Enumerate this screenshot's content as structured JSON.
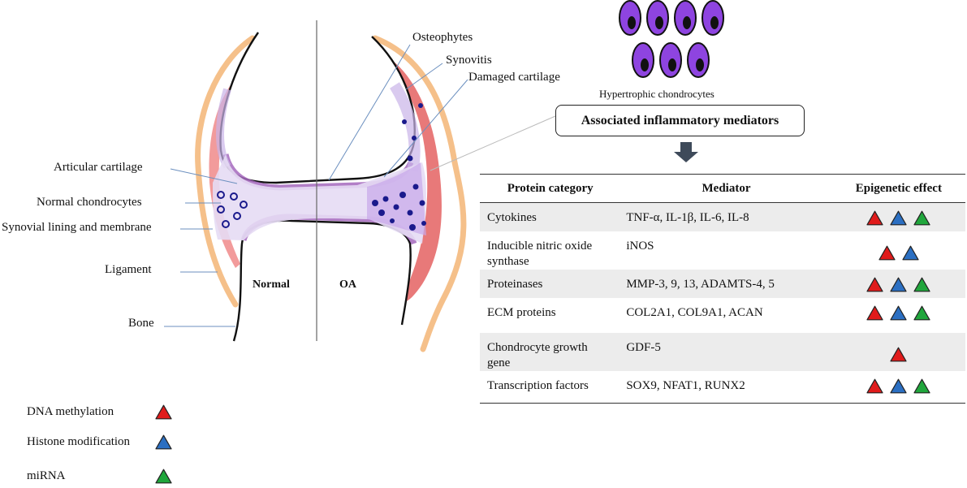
{
  "colors": {
    "dna_methylation": "#e01b1b",
    "histone_modification": "#2b6fc2",
    "mirna": "#20a63c",
    "cartilage": "#9b59c6",
    "synovium": "#f08a8a",
    "bone_outline": "#f5c08a",
    "chondrocyte": "#1a1a8c",
    "hypertrophic_cell": "#8e44e0"
  },
  "diagram": {
    "labels": {
      "osteophytes": "Osteophytes",
      "synovitis": "Synovitis",
      "damaged_cartilage": "Damaged cartilage",
      "articular_cartilage": "Articular cartilage",
      "normal_chondrocytes": "Normal chondrocytes",
      "synovial_lining": "Synovial lining and membrane",
      "ligament": "Ligament",
      "bone": "Bone",
      "normal": "Normal",
      "oa": "OA"
    },
    "hypertrophic_label": "Hypertrophic chondrocytes",
    "mediators_box": "Associated inflammatory mediators"
  },
  "table": {
    "headers": [
      "Protein category",
      "Mediator",
      "Epigenetic effect"
    ],
    "rows": [
      {
        "category": "Cytokines",
        "mediator": "TNF-α, IL-1β, IL-6, IL-8",
        "effects": [
          "dna_methylation",
          "histone_modification",
          "mirna"
        ]
      },
      {
        "category": "Inducible nitric oxide synthase",
        "mediator": "iNOS",
        "effects": [
          "dna_methylation",
          "histone_modification"
        ]
      },
      {
        "category": "Proteinases",
        "mediator": "MMP-3, 9, 13, ADAMTS-4, 5",
        "effects": [
          "dna_methylation",
          "histone_modification",
          "mirna"
        ]
      },
      {
        "category": "ECM proteins",
        "mediator": "COL2A1, COL9A1, ACAN",
        "effects": [
          "dna_methylation",
          "histone_modification",
          "mirna"
        ]
      },
      {
        "category": "Chondrocyte growth gene",
        "mediator": "GDF-5",
        "effects": [
          "dna_methylation"
        ]
      },
      {
        "category": "Transcription factors",
        "mediator": "SOX9, NFAT1, RUNX2",
        "effects": [
          "dna_methylation",
          "histone_modification",
          "mirna"
        ]
      }
    ]
  },
  "legend": [
    {
      "key": "dna_methylation",
      "label": "DNA methylation"
    },
    {
      "key": "histone_modification",
      "label": "Histone modification"
    },
    {
      "key": "mirna",
      "label": "miRNA"
    }
  ]
}
